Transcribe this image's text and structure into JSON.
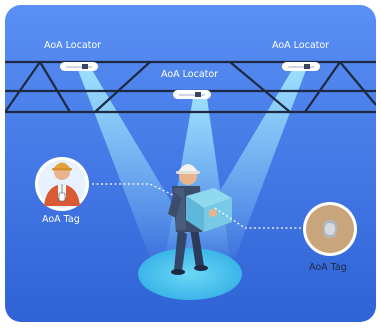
{
  "locators": [
    {
      "label": "AoA Locator"
    },
    {
      "label": "AoA Locator"
    },
    {
      "label": "AoA Locator"
    }
  ],
  "tags": [
    {
      "label": "AoA Tag"
    },
    {
      "label": "AoA Tag"
    }
  ],
  "colors": {
    "panel_top": "#4f86f4",
    "panel_bottom": "#3266d8",
    "beam": "#8fe7f8",
    "floor_spot": "#45c0ee",
    "truss": "#1d2940",
    "tag_bg": "#c9a57b"
  }
}
